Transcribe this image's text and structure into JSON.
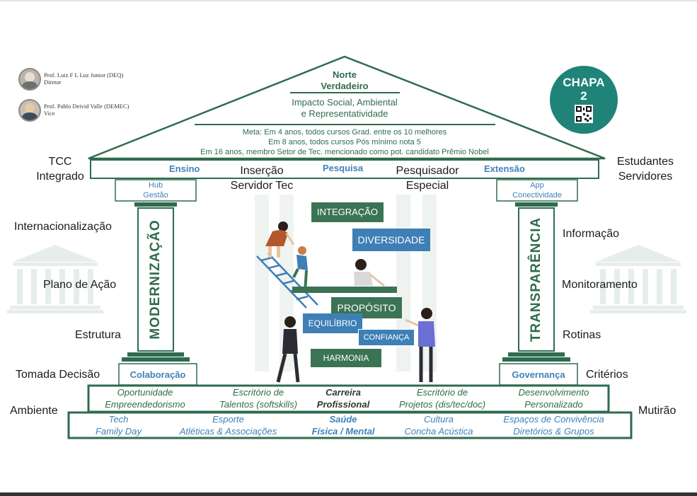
{
  "authors": [
    {
      "name": "Prof. Luiz F L Luz Junior (DEQ)",
      "role": "Diretor"
    },
    {
      "name": "Prof. Pablo Deivid Valle (DEMEC)",
      "role": "Vice"
    }
  ],
  "badge": {
    "line1": "CHAPA",
    "line2": "2"
  },
  "roof": {
    "peak": [
      "Norte",
      "Verdadeiro"
    ],
    "impact": [
      "Impacto Social, Ambiental",
      "e Representatividade"
    ],
    "goals": [
      "Meta: Em 4 anos, todos cursos Grad. entre os 10 melhores",
      "Em 8 anos, todos cursos Pós mínimo nota 5",
      "Em 16 anos, membro Setor de Tec. mencionado como pot. candidato Prêmio Nobel"
    ]
  },
  "beam": {
    "ensino": "Ensino",
    "pesquisa": "Pesquisa",
    "extensao": "Extensão"
  },
  "beam_center": {
    "insercao": [
      "Inserção",
      "Servidor Tec"
    ],
    "pesquisador": [
      "Pesquisador",
      "Especial"
    ]
  },
  "capitals": {
    "left": [
      "Hub",
      "Gestão"
    ],
    "right": [
      "App",
      "Conectividade"
    ]
  },
  "columns": {
    "left": "MODERNIZAÇÃO",
    "right": "TRANSPARÊNCIA"
  },
  "column_bases": {
    "left": "Colaboração",
    "right": "Governança"
  },
  "left_labels": {
    "tcc": [
      "TCC",
      "Integrado"
    ],
    "items": [
      "Internacionalização",
      "Plano de Ação",
      "Estrutura",
      "Tomada Decisão",
      "Ambiente"
    ]
  },
  "right_labels": {
    "estudantes": [
      "Estudantes",
      "Servidores"
    ],
    "items": [
      "Informação",
      "Monitoramento",
      "Rotinas",
      "Critérios",
      "Mutirão"
    ]
  },
  "center_tags": {
    "integracao": "INTEGRAÇÃO",
    "diversidade": "DIVERSIDADE",
    "proposito": "PROPÓSITO",
    "equilibrio": "EQUILÍBRIO",
    "confianca": "CONFIANÇA",
    "harmonia": "HARMONIA"
  },
  "step1": [
    [
      "Oportunidade",
      "Empreendedorismo"
    ],
    [
      "Escritório de",
      "Talentos (softskills)"
    ],
    [
      "Carreira",
      "Profissional"
    ],
    [
      "Escritório de",
      "Projetos (dis/tec/doc)"
    ],
    [
      "Desenvolvimento",
      "Personalizado"
    ]
  ],
  "step2": [
    [
      "Tech",
      "Family Day"
    ],
    [
      "Esporte",
      "Atléticas & Associações"
    ],
    [
      "Saúde",
      "Física / Mental"
    ],
    [
      "Cultura",
      "Concha Acústica"
    ],
    [
      "Espaços de Convivência",
      "Diretórios & Grupos"
    ]
  ],
  "colors": {
    "green": "#2f6b4e",
    "blue": "#3f82b8",
    "teal": "#1f8378"
  }
}
